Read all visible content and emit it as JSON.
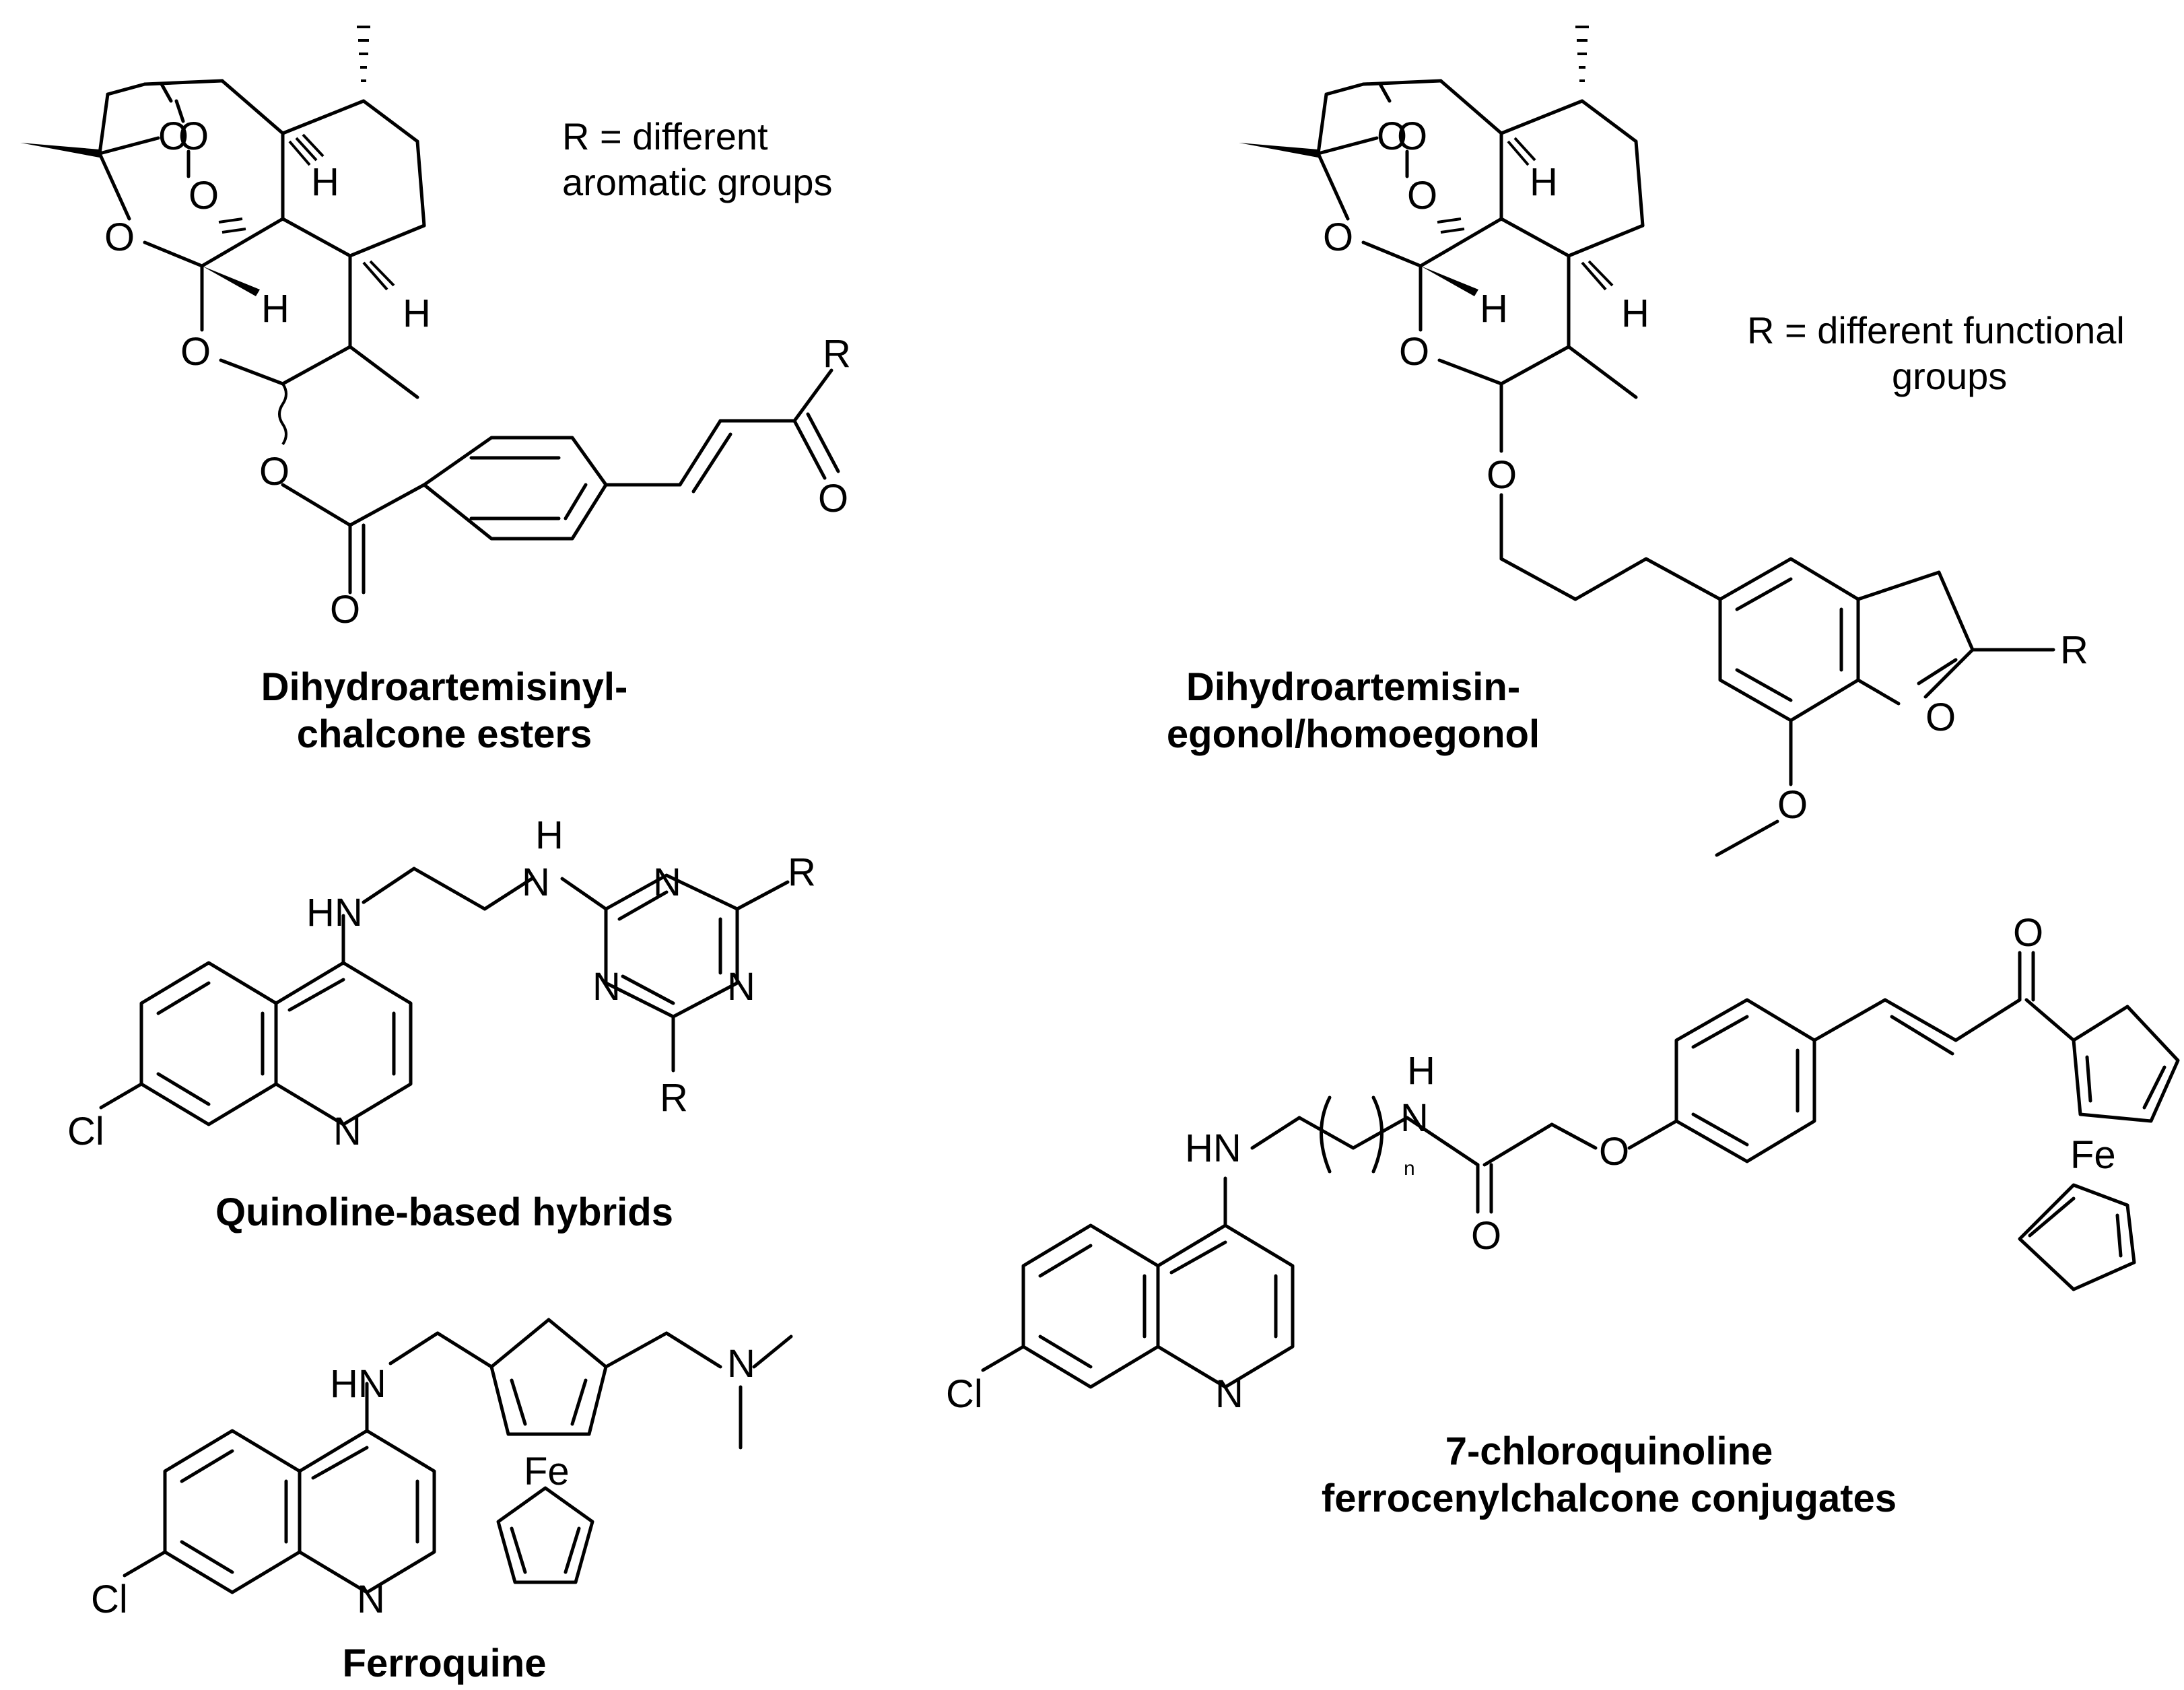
{
  "captions": {
    "dhacs_line1": "Dihydroartemisinyl-",
    "dhacs_line2": "chalcone esters",
    "dhaeg_line1": "Dihydroartemisin-",
    "dhaeg_line2": "egonol/homoegonol",
    "quinoline": "Quinoline-based hybrids",
    "ferroquine": "Ferroquine",
    "cqfc_line1": "7-chloroquinoline",
    "cqfc_line2": "ferrocenylchalcone conjugates"
  },
  "notes": {
    "dhacs_r_line1": "R = different",
    "dhacs_r_line2": "aromatic groups",
    "dhaeg_r_line1": "R = different functional",
    "dhaeg_r_line2": "groups"
  },
  "atoms": {
    "O": "O",
    "H": "H",
    "R": "R",
    "N": "N",
    "HN": "HN",
    "NH_H": "H",
    "NH_N": "N",
    "Cl": "Cl",
    "Fe": "Fe",
    "n": "n"
  }
}
